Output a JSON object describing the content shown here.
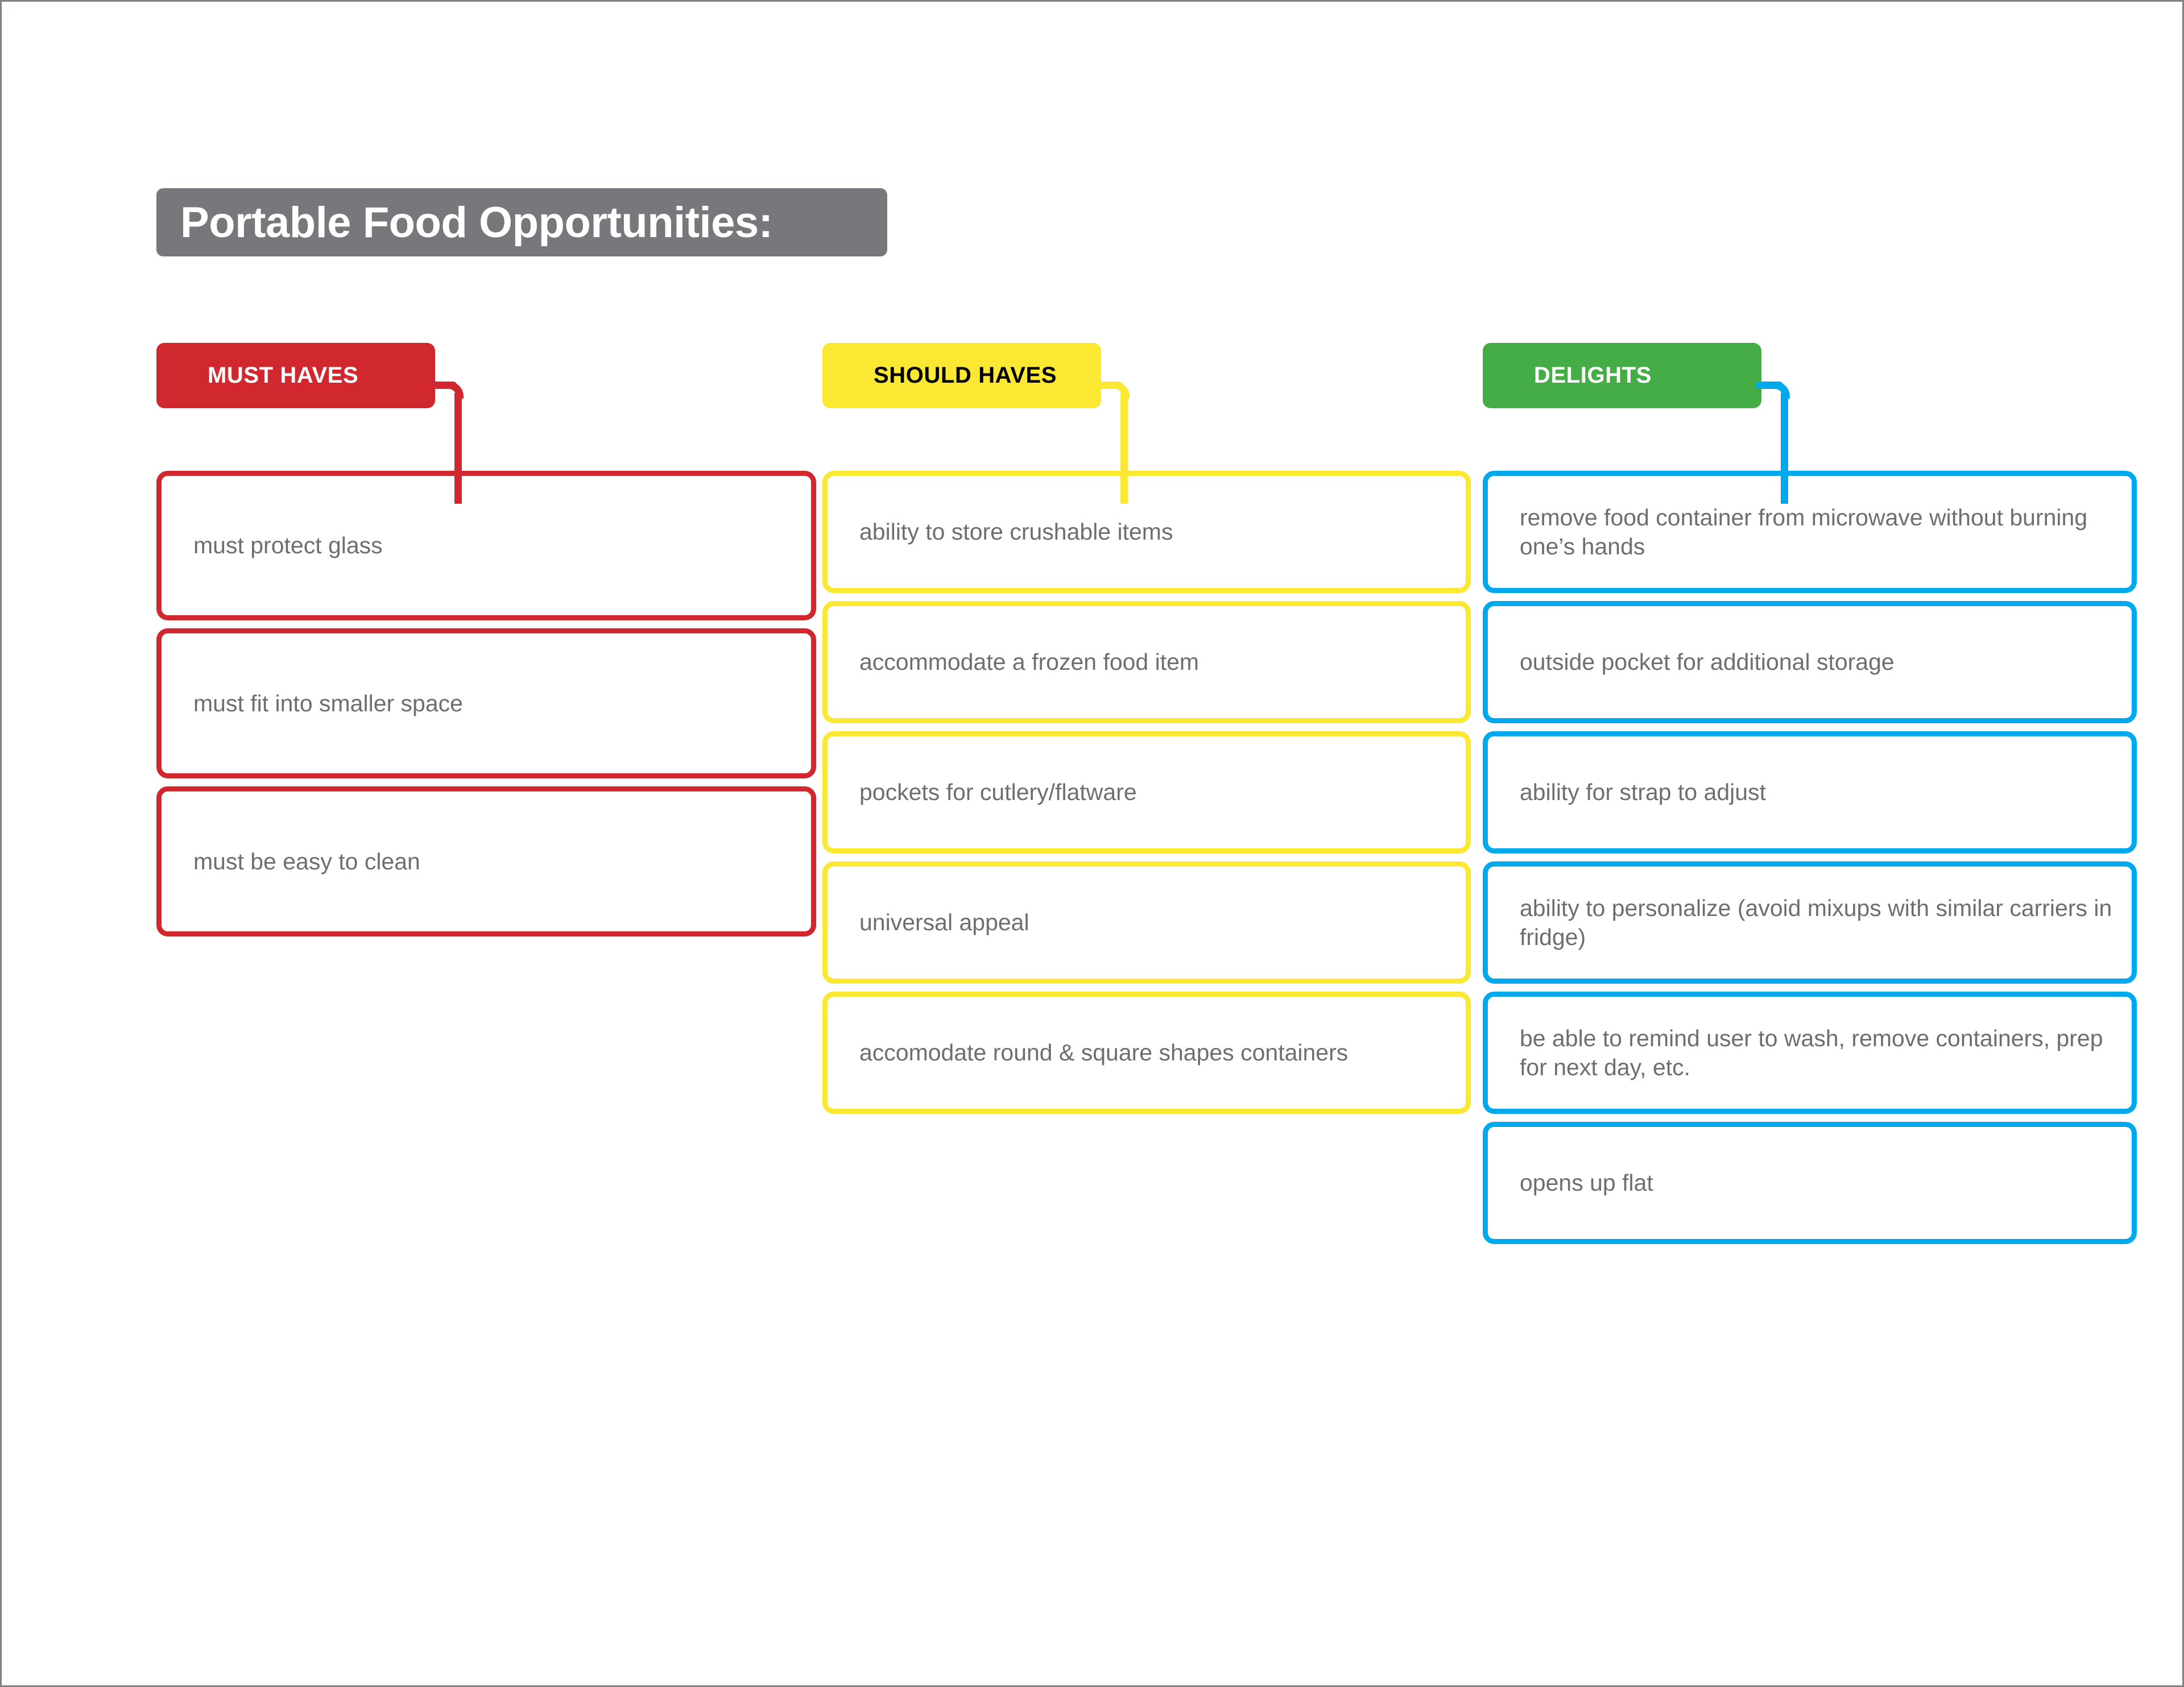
{
  "page": {
    "title": "Portable Food Opportunities:",
    "background_color": "#FFFFFF",
    "border_color": "#808285"
  },
  "title_banner": {
    "label": "Portable Food Opportunities:",
    "background_color": "#77787B",
    "text_color": "#FFFFFF"
  },
  "columns": [
    {
      "header": "MUST HAVES",
      "header_bg": "#D0282E",
      "header_text_color": "#FFFFFF",
      "accent_color": "#D0282E",
      "connector_color": "#D0282E",
      "items": [
        {
          "text": "must protect glass"
        },
        {
          "text": "must fit into smaller space"
        },
        {
          "text": "must be easy to clean"
        }
      ]
    },
    {
      "header": "SHOULD HAVES",
      "header_bg": "#FAE832",
      "header_text_color": "#000000",
      "accent_color": "#FAE832",
      "connector_color": "#FAE832",
      "items": [
        {
          "text": "ability to store crushable items"
        },
        {
          "text": "accommodate a frozen food item"
        },
        {
          "text": "pockets for cutlery/flatware"
        },
        {
          "text": "universal appeal"
        },
        {
          "text": "accomodate round & square shapes containers"
        }
      ]
    },
    {
      "header": "DELIGHTS",
      "header_bg": "#45AD46",
      "header_text_color": "#FFFFFF",
      "accent_color": "#00A8EC",
      "connector_color": "#00A8EC",
      "items": [
        {
          "text": "remove food container from microwave without burning one’s hands"
        },
        {
          "text": "outside pocket for additional storage"
        },
        {
          "text": "ability for strap to adjust"
        },
        {
          "text": "ability to personalize (avoid mixups with similar carriers in fridge)"
        },
        {
          "text": "be able to remind user to wash, remove containers, prep for next day, etc."
        },
        {
          "text": "opens up flat"
        }
      ]
    }
  ]
}
